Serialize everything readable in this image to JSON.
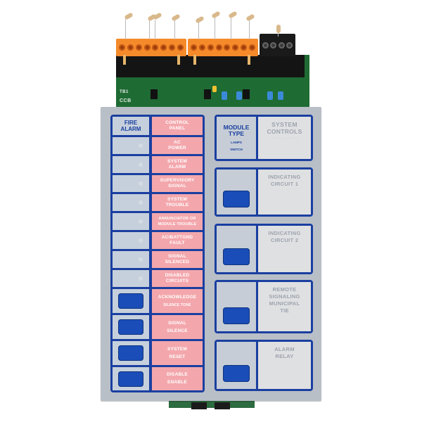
{
  "image": {
    "subject": "Fire alarm control panel circuit board with membrane keypad",
    "colors": {
      "panel": "#b9bfc7",
      "frame_blue": "#1a3fa0",
      "label_pink": "#f3a7ac",
      "button_blue": "#1a4db8",
      "terminal_orange": "#f58a2a",
      "pcb_green": "#1f6b34"
    }
  },
  "board": {
    "silkscreen": [
      "TB1",
      "CCB"
    ],
    "orange_terminal_blocks": [
      {
        "screws": 8
      },
      {
        "screws": 8
      }
    ],
    "black_terminal_block": {
      "screws": 4
    }
  },
  "left_column": {
    "header": {
      "indicator": [
        "FIRE",
        "ALARM"
      ],
      "label": [
        "CONTROL",
        "PANEL"
      ]
    },
    "rows": [
      {
        "type": "lamp",
        "label": [
          "AC",
          "POWER"
        ]
      },
      {
        "type": "lamp",
        "label": [
          "SYSTEM",
          "ALARM"
        ]
      },
      {
        "type": "lamp",
        "label": [
          "SUPERVISORY",
          "SIGNAL"
        ]
      },
      {
        "type": "lamp",
        "label": [
          "SYSTEM",
          "TROUBLE"
        ]
      },
      {
        "type": "lamp",
        "label": [
          "ANNUNCIATOR OR",
          "MODULE TROUBLE"
        ]
      },
      {
        "type": "lamp",
        "label": [
          "AC/BATTGND",
          "FAULT"
        ]
      },
      {
        "type": "lamp",
        "label": [
          "SIGNAL",
          "SILENCED"
        ]
      },
      {
        "type": "lamp",
        "label": [
          "DISABLED",
          "CIRCUITS"
        ]
      },
      {
        "type": "button",
        "label": [
          "ACKNOWLEDGE",
          "SILENCE TONE"
        ]
      },
      {
        "type": "button",
        "label": [
          "SIGNAL",
          "SILENCE"
        ]
      },
      {
        "type": "button",
        "label": [
          "SYSTEM",
          "RESET"
        ]
      },
      {
        "type": "button",
        "label": [
          "DISABLE",
          "ENABLE"
        ]
      }
    ]
  },
  "right_column": {
    "header": {
      "left": {
        "title": [
          "MODULE",
          "TYPE"
        ],
        "sub": [
          "LAMPS",
          "SWITCH"
        ]
      },
      "right": {
        "title": [
          "SYSTEM",
          "CONTROLS"
        ]
      }
    },
    "modules": [
      {
        "label": [
          "INDICATING",
          "CIRCUIT 1"
        ]
      },
      {
        "label": [
          "INDICATING",
          "CIRCUIT 2"
        ]
      },
      {
        "label": [
          "REMOTE",
          "SIGNALING",
          "MUNICIPAL",
          "TIE"
        ]
      },
      {
        "label": [
          "ALARM",
          "RELAY"
        ]
      }
    ]
  }
}
